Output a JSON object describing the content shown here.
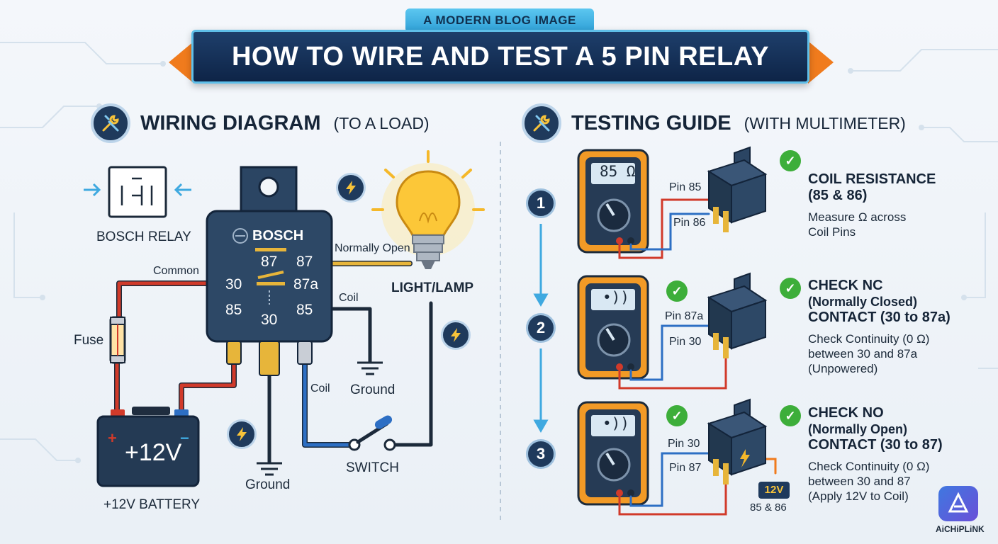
{
  "header": {
    "subtitle": "A MODERN BLOG IMAGE",
    "title": "HOW TO WIRE AND TEST A 5 PIN RELAY"
  },
  "wiring": {
    "title": "WIRING DIAGRAM",
    "subtitle": "(TO A LOAD)",
    "relay_symbol_label": "BOSCH RELAY",
    "relay_brand": "BOSCH",
    "pins": {
      "p87_top": "87",
      "p87": "87",
      "p30": "30",
      "p87a": "87a",
      "p85_left": "85",
      "p30_bottom": "30",
      "p85_right": "85"
    },
    "labels": {
      "common": "Common",
      "normally_open": "Normally Open",
      "coil_top": "Coil",
      "coil_bottom": "Coil",
      "fuse": "Fuse",
      "ground_right": "Ground",
      "ground_bottom": "Ground",
      "light": "LIGHT/LAMP",
      "switch": "SWITCH",
      "battery": "+12V BATTERY",
      "battery_face": "+12V",
      "battery_plus": "+",
      "battery_minus": "−"
    }
  },
  "testing": {
    "title": "TESTING GUIDE",
    "subtitle": "(WITH MULTIMETER)",
    "steps": [
      {
        "number": "1",
        "meter_reading": "85 Ω",
        "probe_a": "Pin 85",
        "probe_b": "Pin 86",
        "title": [
          "COIL RESISTANCE",
          "(85 & 86)"
        ],
        "desc": [
          "Measure Ω across",
          "Coil Pins"
        ]
      },
      {
        "number": "2",
        "meter_reading": "•))",
        "probe_a": "Pin 87a",
        "probe_b": "Pin 30",
        "title": [
          "CHECK NC",
          "(Normally Closed)",
          "CONTACT (30 to 87a)"
        ],
        "desc": [
          "Check Continuity (0 Ω)",
          "between 30 and 87a",
          "(Unpowered)"
        ]
      },
      {
        "number": "3",
        "meter_reading": "•))",
        "probe_a": "Pin 30",
        "probe_b": "Pin 87",
        "title": [
          "CHECK NO",
          "(Normally Open)",
          "CONTACT (30 to 87)"
        ],
        "desc": [
          "Check Continuity (0 Ω)",
          "between 30 and 87",
          "(Apply 12V to Coil)"
        ]
      }
    ],
    "power_badge": "12V",
    "power_pins": "85 & 86"
  },
  "brand": {
    "name": "AiCHiPLiNK"
  },
  "colors": {
    "navy": "#1f3a5c",
    "accent_blue": "#3fa9e0",
    "orange": "#f07b1d",
    "wire_red": "#d13a2a",
    "wire_blue": "#2d6fc4",
    "terminal_gold": "#e7b53a",
    "check_green": "#3dae3a"
  },
  "icons": [
    "wrench-screwdriver-icon",
    "lightning-bolt-icon",
    "light-bulb-icon",
    "checkmark-icon",
    "arrow-down-icon",
    "relay-symbol-icon",
    "fuse-icon",
    "ground-symbol-icon",
    "battery-icon",
    "switch-icon",
    "multimeter-icon",
    "relay-icon",
    "logo-icon"
  ]
}
